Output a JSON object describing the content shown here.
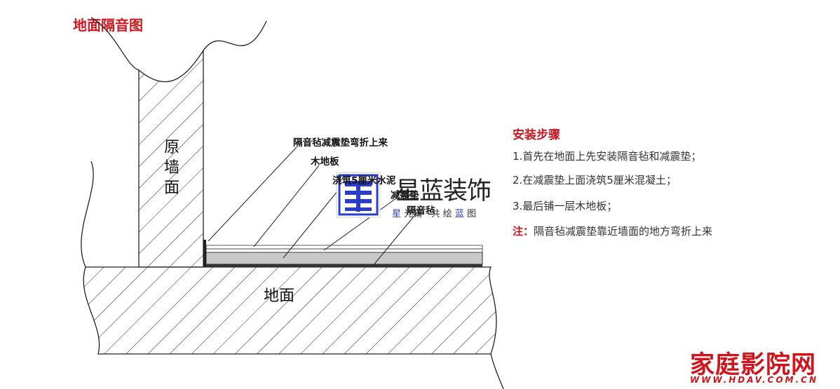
{
  "title": "地面隔音图",
  "labels": {
    "bend": "隔音毡减震垫弯折上来",
    "wood": "木地板",
    "concrete": "浇筑5厘米水泥",
    "pad": "减震垫",
    "felt": "隔音毡",
    "wall": "原墙面",
    "floor": "地面"
  },
  "steps_title": "安装步骤",
  "steps": [
    "1.首先在地面上先安装隔音毡和减震垫；",
    "2.在减震垫上面浇筑5厘米混凝土；",
    "3.最后铺一层木地板；"
  ],
  "note": {
    "head": "注：",
    "text": "隔音毡减震垫靠近墙面的地方弯折上来"
  },
  "watermark": {
    "name": "星蓝装饰",
    "sub_1": "星",
    "sub_2": "光",
    "sub_3": "篇  · 共 绘",
    "sub_4": "蓝",
    "sub_5": "图"
  },
  "brand": {
    "name": "家庭影院网",
    "url": "WWW.HDAV.COM.CN"
  },
  "colors": {
    "title_red": "#d0171f",
    "brand_red": "#cf141b",
    "seal_blue": "#2a3fc6"
  }
}
